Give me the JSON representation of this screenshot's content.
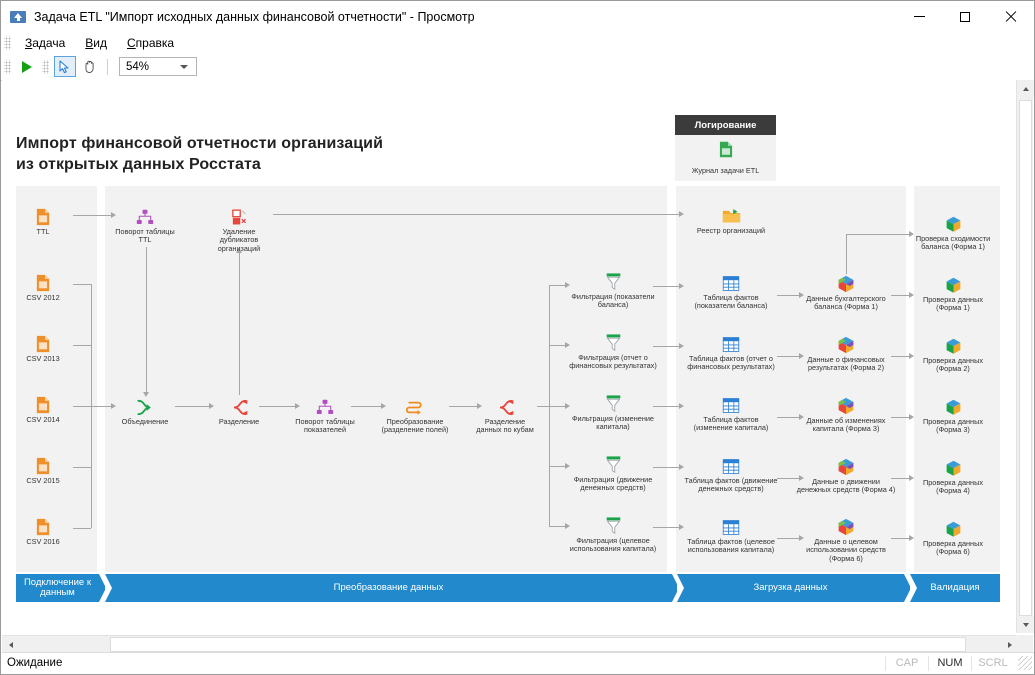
{
  "window": {
    "title": "Задача ETL \"Импорт исходных данных финансовой отчетности\" - Просмотр",
    "icon": "etl-app-icon",
    "minimize": "minimize-icon",
    "maximize": "maximize-icon",
    "close": "close-icon"
  },
  "menu": {
    "items": [
      {
        "label": "Задача",
        "accel": "З"
      },
      {
        "label": "Вид",
        "accel": "В"
      },
      {
        "label": "Справка",
        "accel": "С"
      }
    ]
  },
  "toolbar": {
    "run": "run-icon",
    "select": "select-arrow-icon",
    "pan": "pan-hand-icon",
    "zoom_value": "54%",
    "zoom_caret": "chevron-down-icon"
  },
  "diagram": {
    "title_line1": "Импорт финансовой отчетности организаций",
    "title_line2": "из открытых данных Росстата",
    "logging": {
      "header": "Логирование",
      "node": {
        "label": "Журнал задачи ETL",
        "icon": "green-file-icon"
      }
    },
    "sources": [
      {
        "label": "TTL",
        "icon": "orange-file-icon"
      },
      {
        "label": "CSV 2012",
        "icon": "orange-file-icon"
      },
      {
        "label": "CSV 2013",
        "icon": "orange-file-icon"
      },
      {
        "label": "CSV 2014",
        "icon": "orange-file-icon"
      },
      {
        "label": "CSV 2015",
        "icon": "orange-file-icon"
      },
      {
        "label": "CSV 2016",
        "icon": "orange-file-icon"
      }
    ],
    "transforms": [
      {
        "label": "Поворот таблицы\nTTL",
        "icon": "pivot-icon"
      },
      {
        "label": "Удаление\nдубликатов\nорганизаций",
        "icon": "dedup-icon"
      },
      {
        "label": "Объединение",
        "icon": "union-icon"
      },
      {
        "label": "Разделение",
        "icon": "split-icon"
      },
      {
        "label": "Поворот таблицы\nпоказателей",
        "icon": "pivot-icon"
      },
      {
        "label": "Преобразование\n(разделение полей)",
        "icon": "convert-icon"
      },
      {
        "label": "Разделение\nданных по кубам",
        "icon": "split-icon"
      }
    ],
    "filters": [
      {
        "label": "Фильтрация (показатели\nбаланса)",
        "icon": "filter-icon"
      },
      {
        "label": "Фильтрация (отчет о\nфинансовых результатах)",
        "icon": "filter-icon"
      },
      {
        "label": "Фильтрация (изменение\nкапитала)",
        "icon": "filter-icon"
      },
      {
        "label": "Фильтрация (движение\nденежных средств)",
        "icon": "filter-icon"
      },
      {
        "label": "Фильтрация (целевое\nиспользования капитала)",
        "icon": "filter-icon"
      }
    ],
    "load": [
      {
        "label": "Реестр организаций",
        "icon": "folder-icon"
      },
      {
        "label": "Таблица фактов\n(показатели баланса)",
        "icon": "table-icon"
      },
      {
        "label": "Таблица фактов (отчет о\nфинансовых результатах)",
        "icon": "table-icon"
      },
      {
        "label": "Таблица фактов\n(изменение капитала)",
        "icon": "table-icon"
      },
      {
        "label": "Таблица фактов (движение\nденежных средств)",
        "icon": "table-icon"
      },
      {
        "label": "Таблица фактов (целевое\nиспользования капитала)",
        "icon": "table-icon"
      }
    ],
    "cubes": [
      {
        "label": "Данные бухгалтерского\nбаланса (Форма 1)",
        "icon": "cube-icon"
      },
      {
        "label": "Данные о финансовых\nрезультатах (Форма 2)",
        "icon": "cube-icon"
      },
      {
        "label": "Данные об изменениях\nкапитала (Форма 3)",
        "icon": "cube-icon"
      },
      {
        "label": "Данные о движении\nденежных средств (Форма 4)",
        "icon": "cube-icon"
      },
      {
        "label": "Данные о целевом\nиспользовании средств\n(Форма 6)",
        "icon": "cube-icon"
      }
    ],
    "validation": [
      {
        "label": "Проверка сходимости\nбаланса (Форма 1)",
        "icon": "check-cube-icon"
      },
      {
        "label": "Проверка данных\n(Форма 1)",
        "icon": "check-cube-icon"
      },
      {
        "label": "Проверка данных\n(Форма 2)",
        "icon": "check-cube-icon"
      },
      {
        "label": "Проверка данных\n(Форма 3)",
        "icon": "check-cube-icon"
      },
      {
        "label": "Проверка данных\n(Форма 4)",
        "icon": "check-cube-icon"
      },
      {
        "label": "Проверка данных\n(Форма 6)",
        "icon": "check-cube-icon"
      }
    ],
    "phases": [
      {
        "label": "Подключение к\nданным"
      },
      {
        "label": "Преобразование данных"
      },
      {
        "label": "Загрузка данных"
      },
      {
        "label": "Валидация"
      }
    ],
    "accent_color": "#2289cc",
    "panel_color": "#f2f2f2"
  },
  "statusbar": {
    "message": "Ожидание",
    "cap": "CAP",
    "num": "NUM",
    "scrl": "SCRL"
  }
}
